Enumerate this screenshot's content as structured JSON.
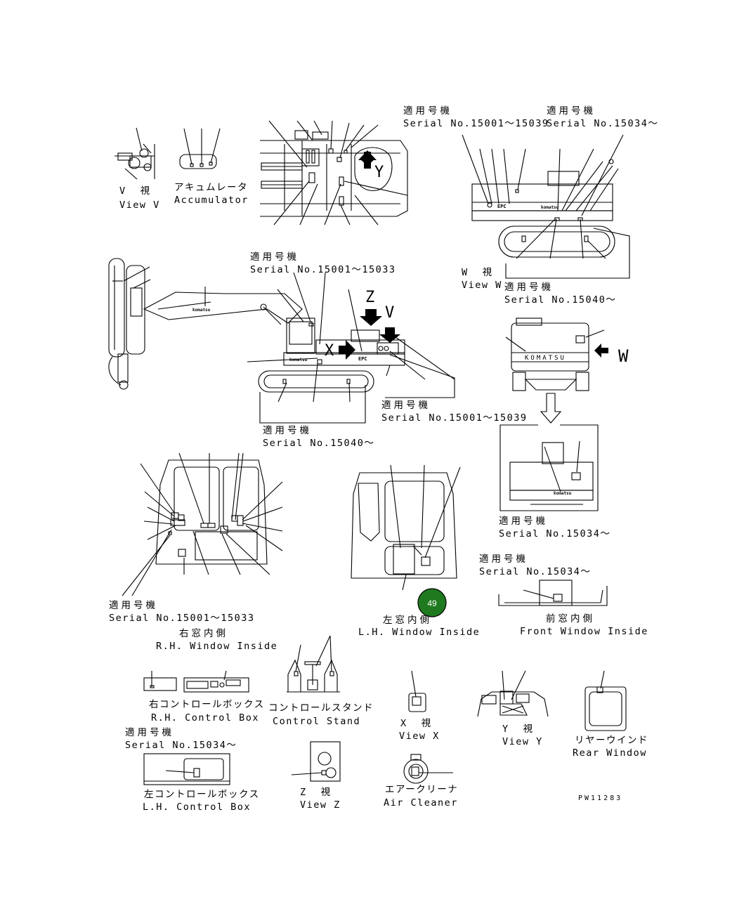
{
  "colors": {
    "line": "#000000",
    "background": "#ffffff",
    "badge_fill": "#1f7a1f",
    "badge_text": "#ffffff"
  },
  "views": {
    "view_v_jp": "V　視",
    "view_v_en": "View V",
    "accumulator_jp": "アキュムレータ",
    "accumulator_en": "Accumulator",
    "view_w_jp": "W　視",
    "view_w_en": "View W",
    "view_x_jp": "X　視",
    "view_x_en": "View X",
    "view_y_jp": "Y　視",
    "view_y_en": "View Y",
    "view_z_jp": "Z　視",
    "view_z_en": "View Z"
  },
  "callout_letters": {
    "y": "Y",
    "z": "Z",
    "v": "V",
    "x": "X",
    "w": "W"
  },
  "serials": {
    "label_jp": "適用号機",
    "s1": "Serial No.15001～15039",
    "s2": "Serial No.15034～",
    "s3": "Serial No.15001～15033",
    "s4": "Serial No.15040～",
    "s5": "Serial No.15040～",
    "s6": "Serial No.15001～15039",
    "s7": "Serial No.15034～",
    "s8": "Serial No.15034～",
    "s9": "Serial No.15001～15033",
    "s10": "Serial No.15034～"
  },
  "panels": {
    "rh_window_jp": "右窓内側",
    "rh_window_en": "R.H. Window Inside",
    "lh_window_jp": "左窓内側",
    "lh_window_en": "L.H. Window Inside",
    "front_window_jp": "前窓内側",
    "front_window_en": "Front Window Inside",
    "rh_control_box_jp": "右コントロールボックス",
    "rh_control_box_en": "R.H. Control Box",
    "control_stand_jp": "コントロールスタンド",
    "control_stand_en": "Control Stand",
    "rear_window_jp": "リヤーウインド",
    "rear_window_en": "Rear Window",
    "lh_control_box_jp": "左コントロールボックス",
    "lh_control_box_en": "L.H. Control Box",
    "air_cleaner_jp": "エアークリーナ",
    "air_cleaner_en": "Air Cleaner"
  },
  "brand": "KOMATSU",
  "badge_number": "49",
  "drawing_number": "PW11283"
}
